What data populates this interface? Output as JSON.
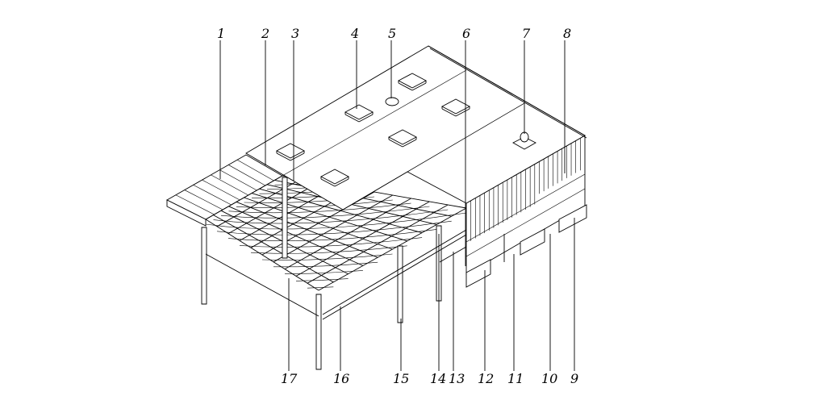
{
  "diagram": {
    "top_labels": [
      "1",
      "2",
      "3",
      "4",
      "5",
      "6",
      "7",
      "8"
    ],
    "bottom_labels": [
      "17",
      "16",
      "15",
      "14",
      "13",
      "12",
      "11",
      "10",
      "9"
    ],
    "line_color": "#000000",
    "background": "#ffffff"
  }
}
